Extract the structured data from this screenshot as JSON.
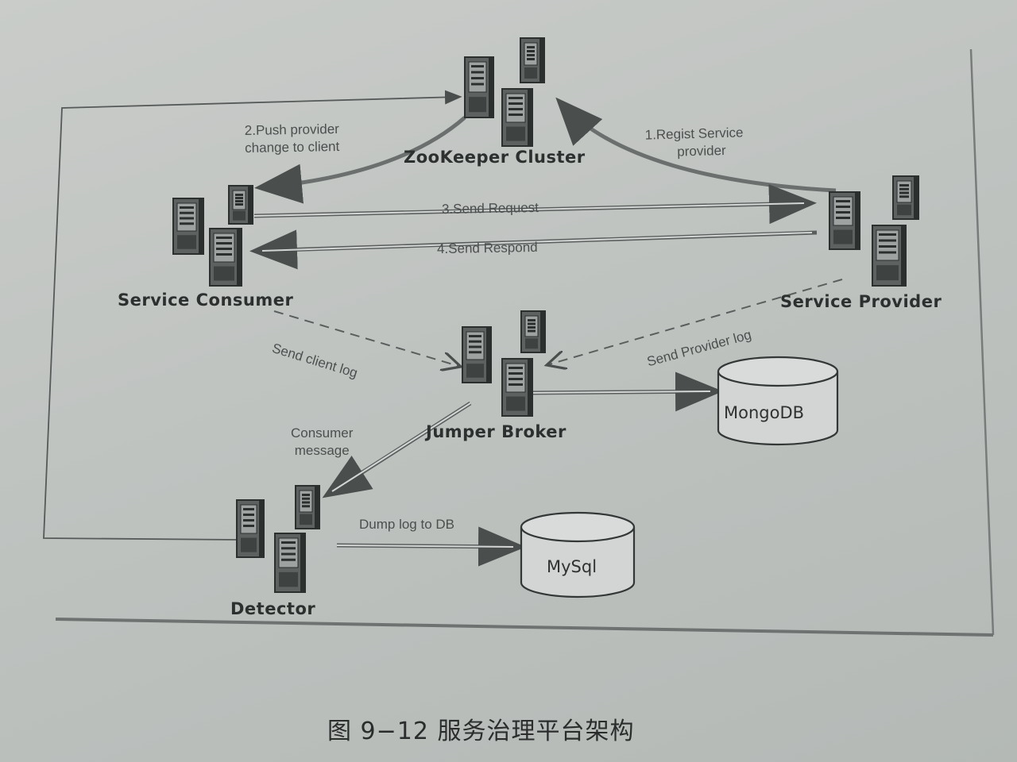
{
  "nodes": {
    "zookeeper": "ZooKeeper  Cluster",
    "consumer": "Service Consumer",
    "provider": "Service  Provider",
    "broker": "Jumper Broker",
    "detector": "Detector"
  },
  "databases": {
    "mongodb": "MongoDB",
    "mysql": "MySql"
  },
  "edges": {
    "push_line1": "2.Push provider",
    "push_line2": "change to client",
    "regist_line1": "1.Regist Service",
    "regist_line2": "provider",
    "send_request": "3.Send Request",
    "send_respond": "4.Send Respond",
    "client_log": "Send client log",
    "provider_log": "Send Provider log",
    "consumer_msg_line1": "Consumer",
    "consumer_msg_line2": "message",
    "dump_log": "Dump log to DB"
  },
  "caption": "图 9−12    服务治理平台架构",
  "colors": {
    "ink": "#3a3f3e",
    "server_dark": "#2b2f2e",
    "page_bg": "#c4c8c5"
  }
}
